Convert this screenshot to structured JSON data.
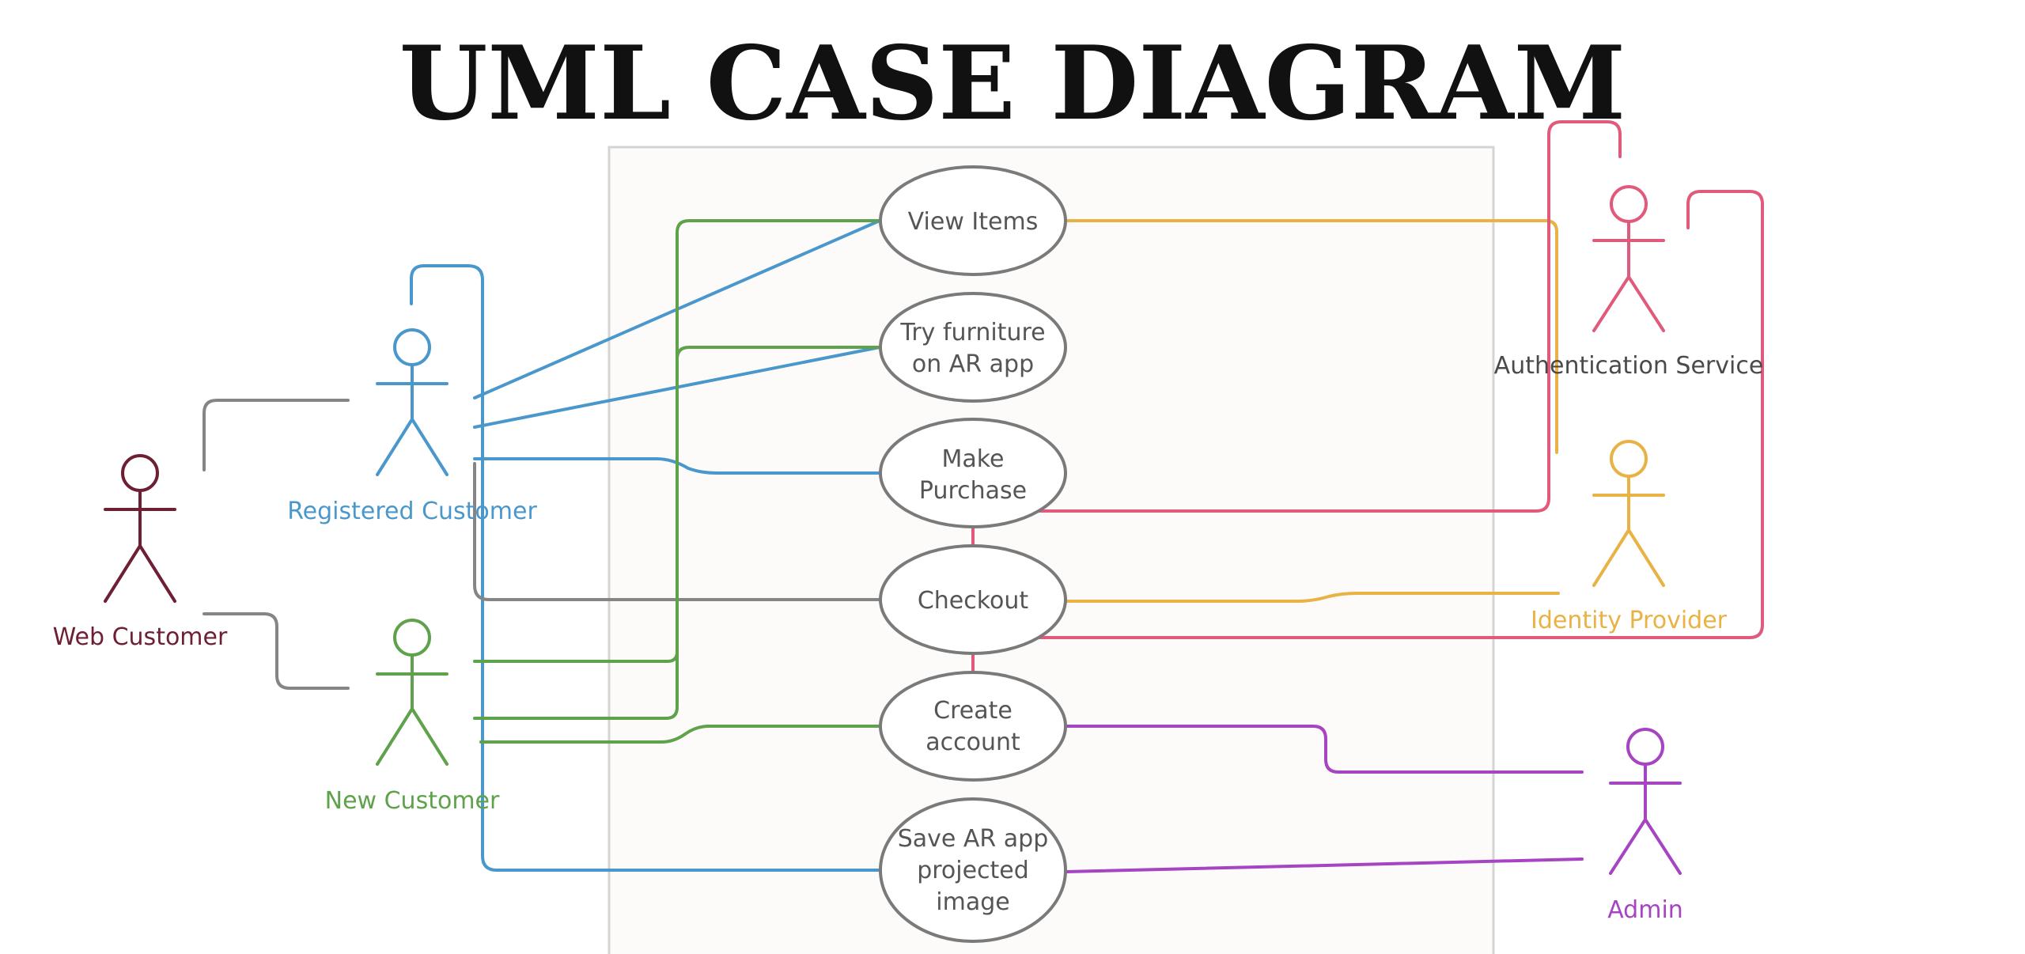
{
  "title": "UML CASE DIAGRAM",
  "colors": {
    "web_customer": "#6e1f33",
    "registered_customer": "#4a98cb",
    "new_customer": "#5ea24b",
    "authentication_service": "#e05a7c",
    "identity_provider": "#e8b245",
    "admin": "#a744c2",
    "generalization": "#858585",
    "use_case_stroke": "#7a7a7a",
    "use_case_text": "#555555",
    "system_fill": "#fcfbf9",
    "system_border": "#d4d4d4"
  },
  "actors": {
    "web_customer": {
      "label": "Web Customer"
    },
    "registered_customer": {
      "label": "Registered Customer"
    },
    "new_customer": {
      "label": "New Customer"
    },
    "authentication_service": {
      "label": "Authentication Service"
    },
    "identity_provider": {
      "label": "Identity Provider"
    },
    "admin": {
      "label": "Admin"
    }
  },
  "use_cases": {
    "view_items": {
      "lines": [
        "View Items"
      ]
    },
    "try_furniture": {
      "lines": [
        "Try furniture",
        "on AR app"
      ]
    },
    "make_purchase": {
      "lines": [
        "Make",
        "Purchase"
      ]
    },
    "checkout": {
      "lines": [
        "Checkout"
      ]
    },
    "create_account": {
      "lines": [
        "Create",
        "account"
      ]
    },
    "save_ar_image": {
      "lines": [
        "Save AR app",
        "projected",
        "image"
      ]
    }
  }
}
